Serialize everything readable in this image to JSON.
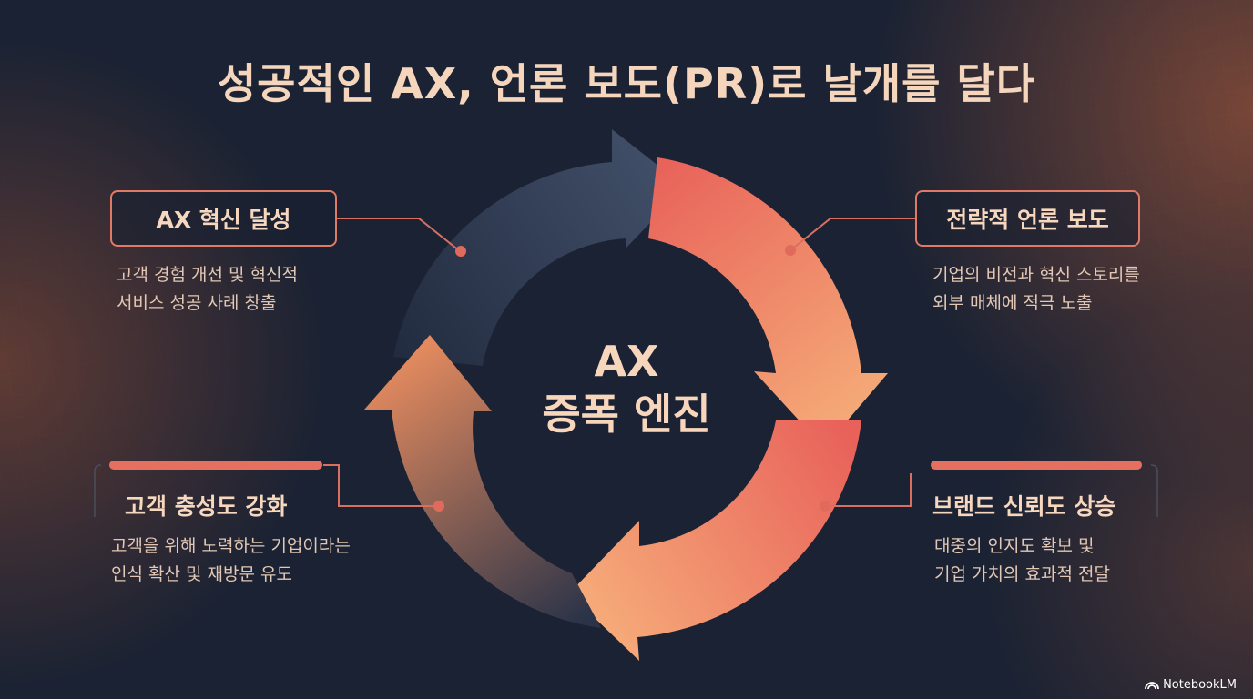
{
  "title": "성공적인 AX, 언론 보도(PR)로 날개를 달다",
  "center": {
    "line1": "AX",
    "line2": "증폭 엔진"
  },
  "stages": [
    {
      "label": "AX 혁신 달성",
      "desc_line1": "고객 경험 개선 및 혁신적",
      "desc_line2": "서비스 성공 사례 창출"
    },
    {
      "label": "전략적 언론 보도",
      "desc_line1": "기업의 비전과 혁신 스토리를",
      "desc_line2": "외부 매체에 적극 노출"
    },
    {
      "label": "브랜드 신뢰도 상승",
      "desc_line1": "대중의 인지도 확보 및",
      "desc_line2": "기업 가치의 효과적 전달"
    },
    {
      "label": "고객 충성도 강화",
      "desc_line1": "고객을 위해 노력하는 기업이라는",
      "desc_line2": "인식 확산 및 재방문 유도"
    }
  ],
  "brand": {
    "name": "NotebookLM",
    "icon": "notebooklm-logo-icon"
  },
  "colors": {
    "background": "#1a2233",
    "accent": "#e07a66",
    "text": "#f5d6bd",
    "arrow_dark": "#34425c",
    "arrow_orange": "#f08a5a",
    "arrow_coral": "#e8615a"
  }
}
